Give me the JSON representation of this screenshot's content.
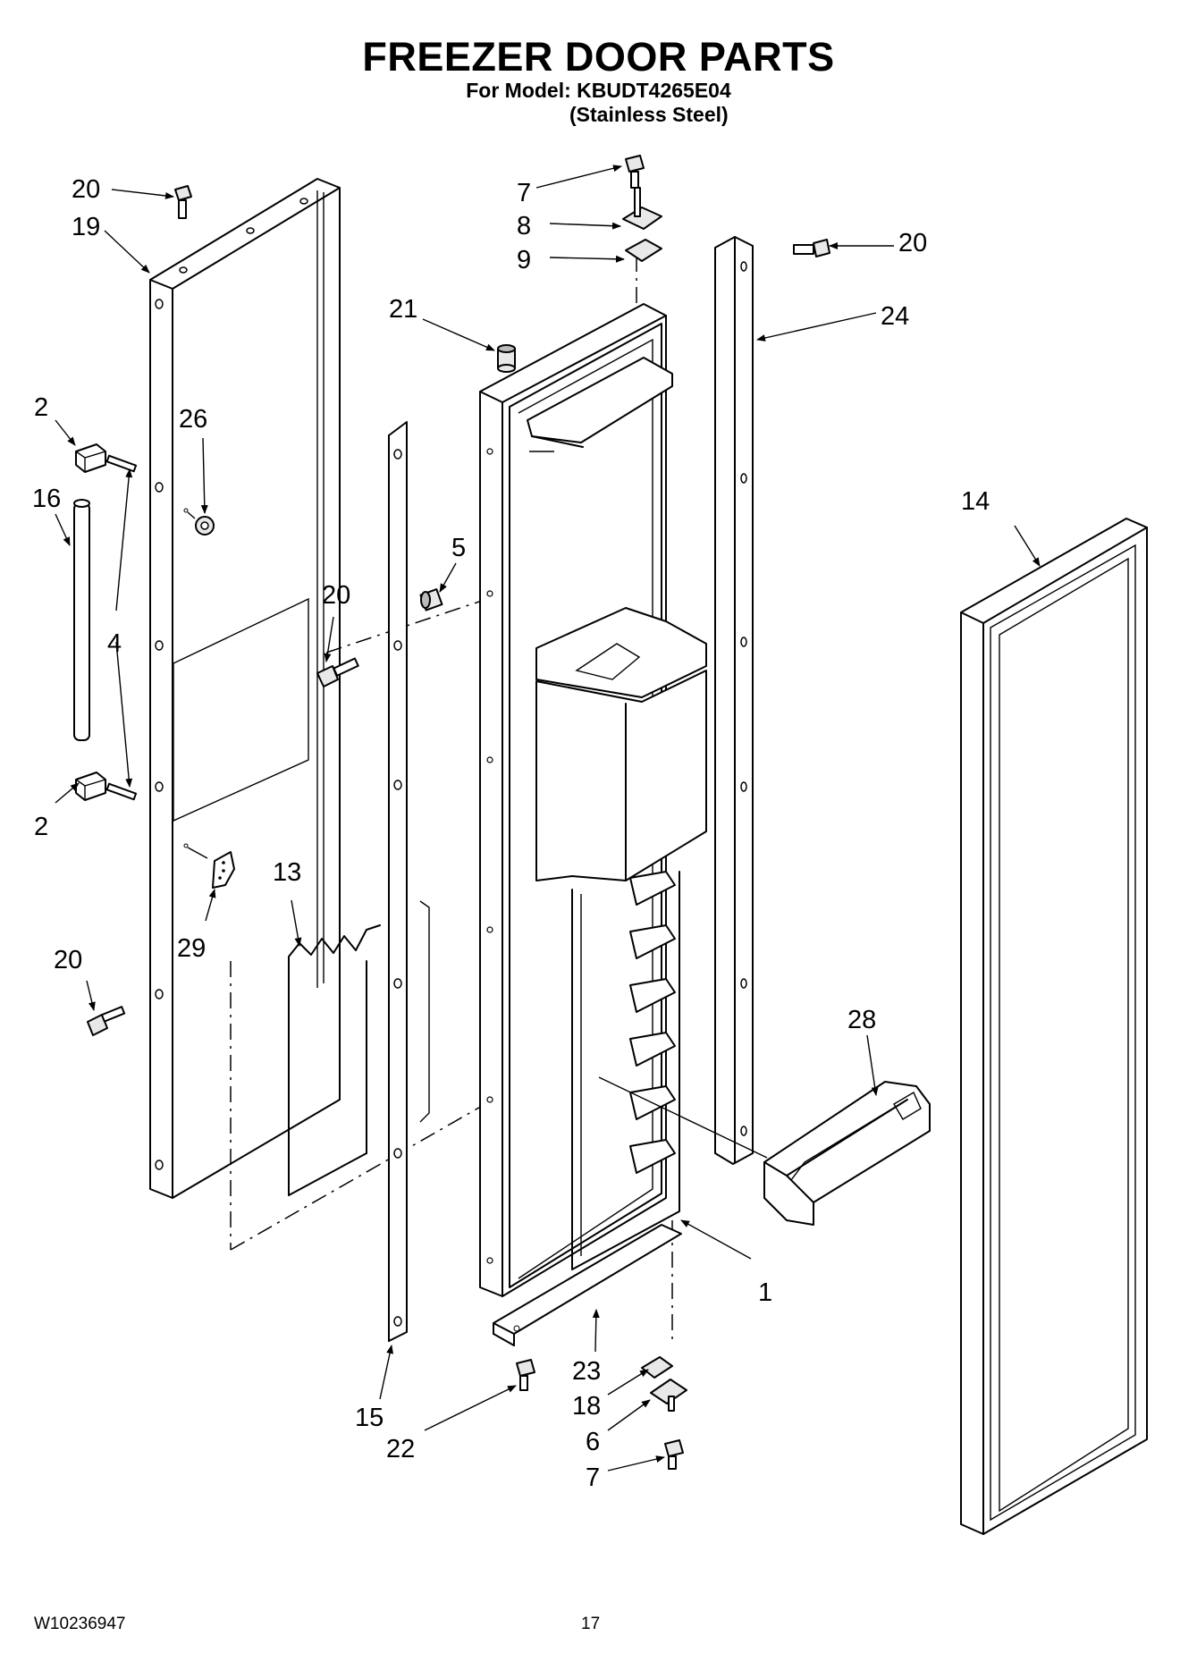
{
  "header": {
    "title": "FREEZER DOOR PARTS",
    "model_line": "For Model: KBUDT4265E04",
    "finish_line": "(Stainless Steel)"
  },
  "footer": {
    "doc_number": "W10236947",
    "page_number": "17"
  },
  "callouts": {
    "c20a": "20",
    "c19": "19",
    "c2a": "2",
    "c16": "16",
    "c26": "26",
    "c4": "4",
    "c2b": "2",
    "c29": "29",
    "c20b": "20",
    "c7a": "7",
    "c8": "8",
    "c9": "9",
    "c21": "21",
    "c5": "5",
    "c20c": "20",
    "c13": "13",
    "c15": "15",
    "c22": "22",
    "c23": "23",
    "c18": "18",
    "c6": "6",
    "c7b": "7",
    "c1": "1",
    "c20d": "20",
    "c24": "24",
    "c14": "14",
    "c28": "28"
  }
}
